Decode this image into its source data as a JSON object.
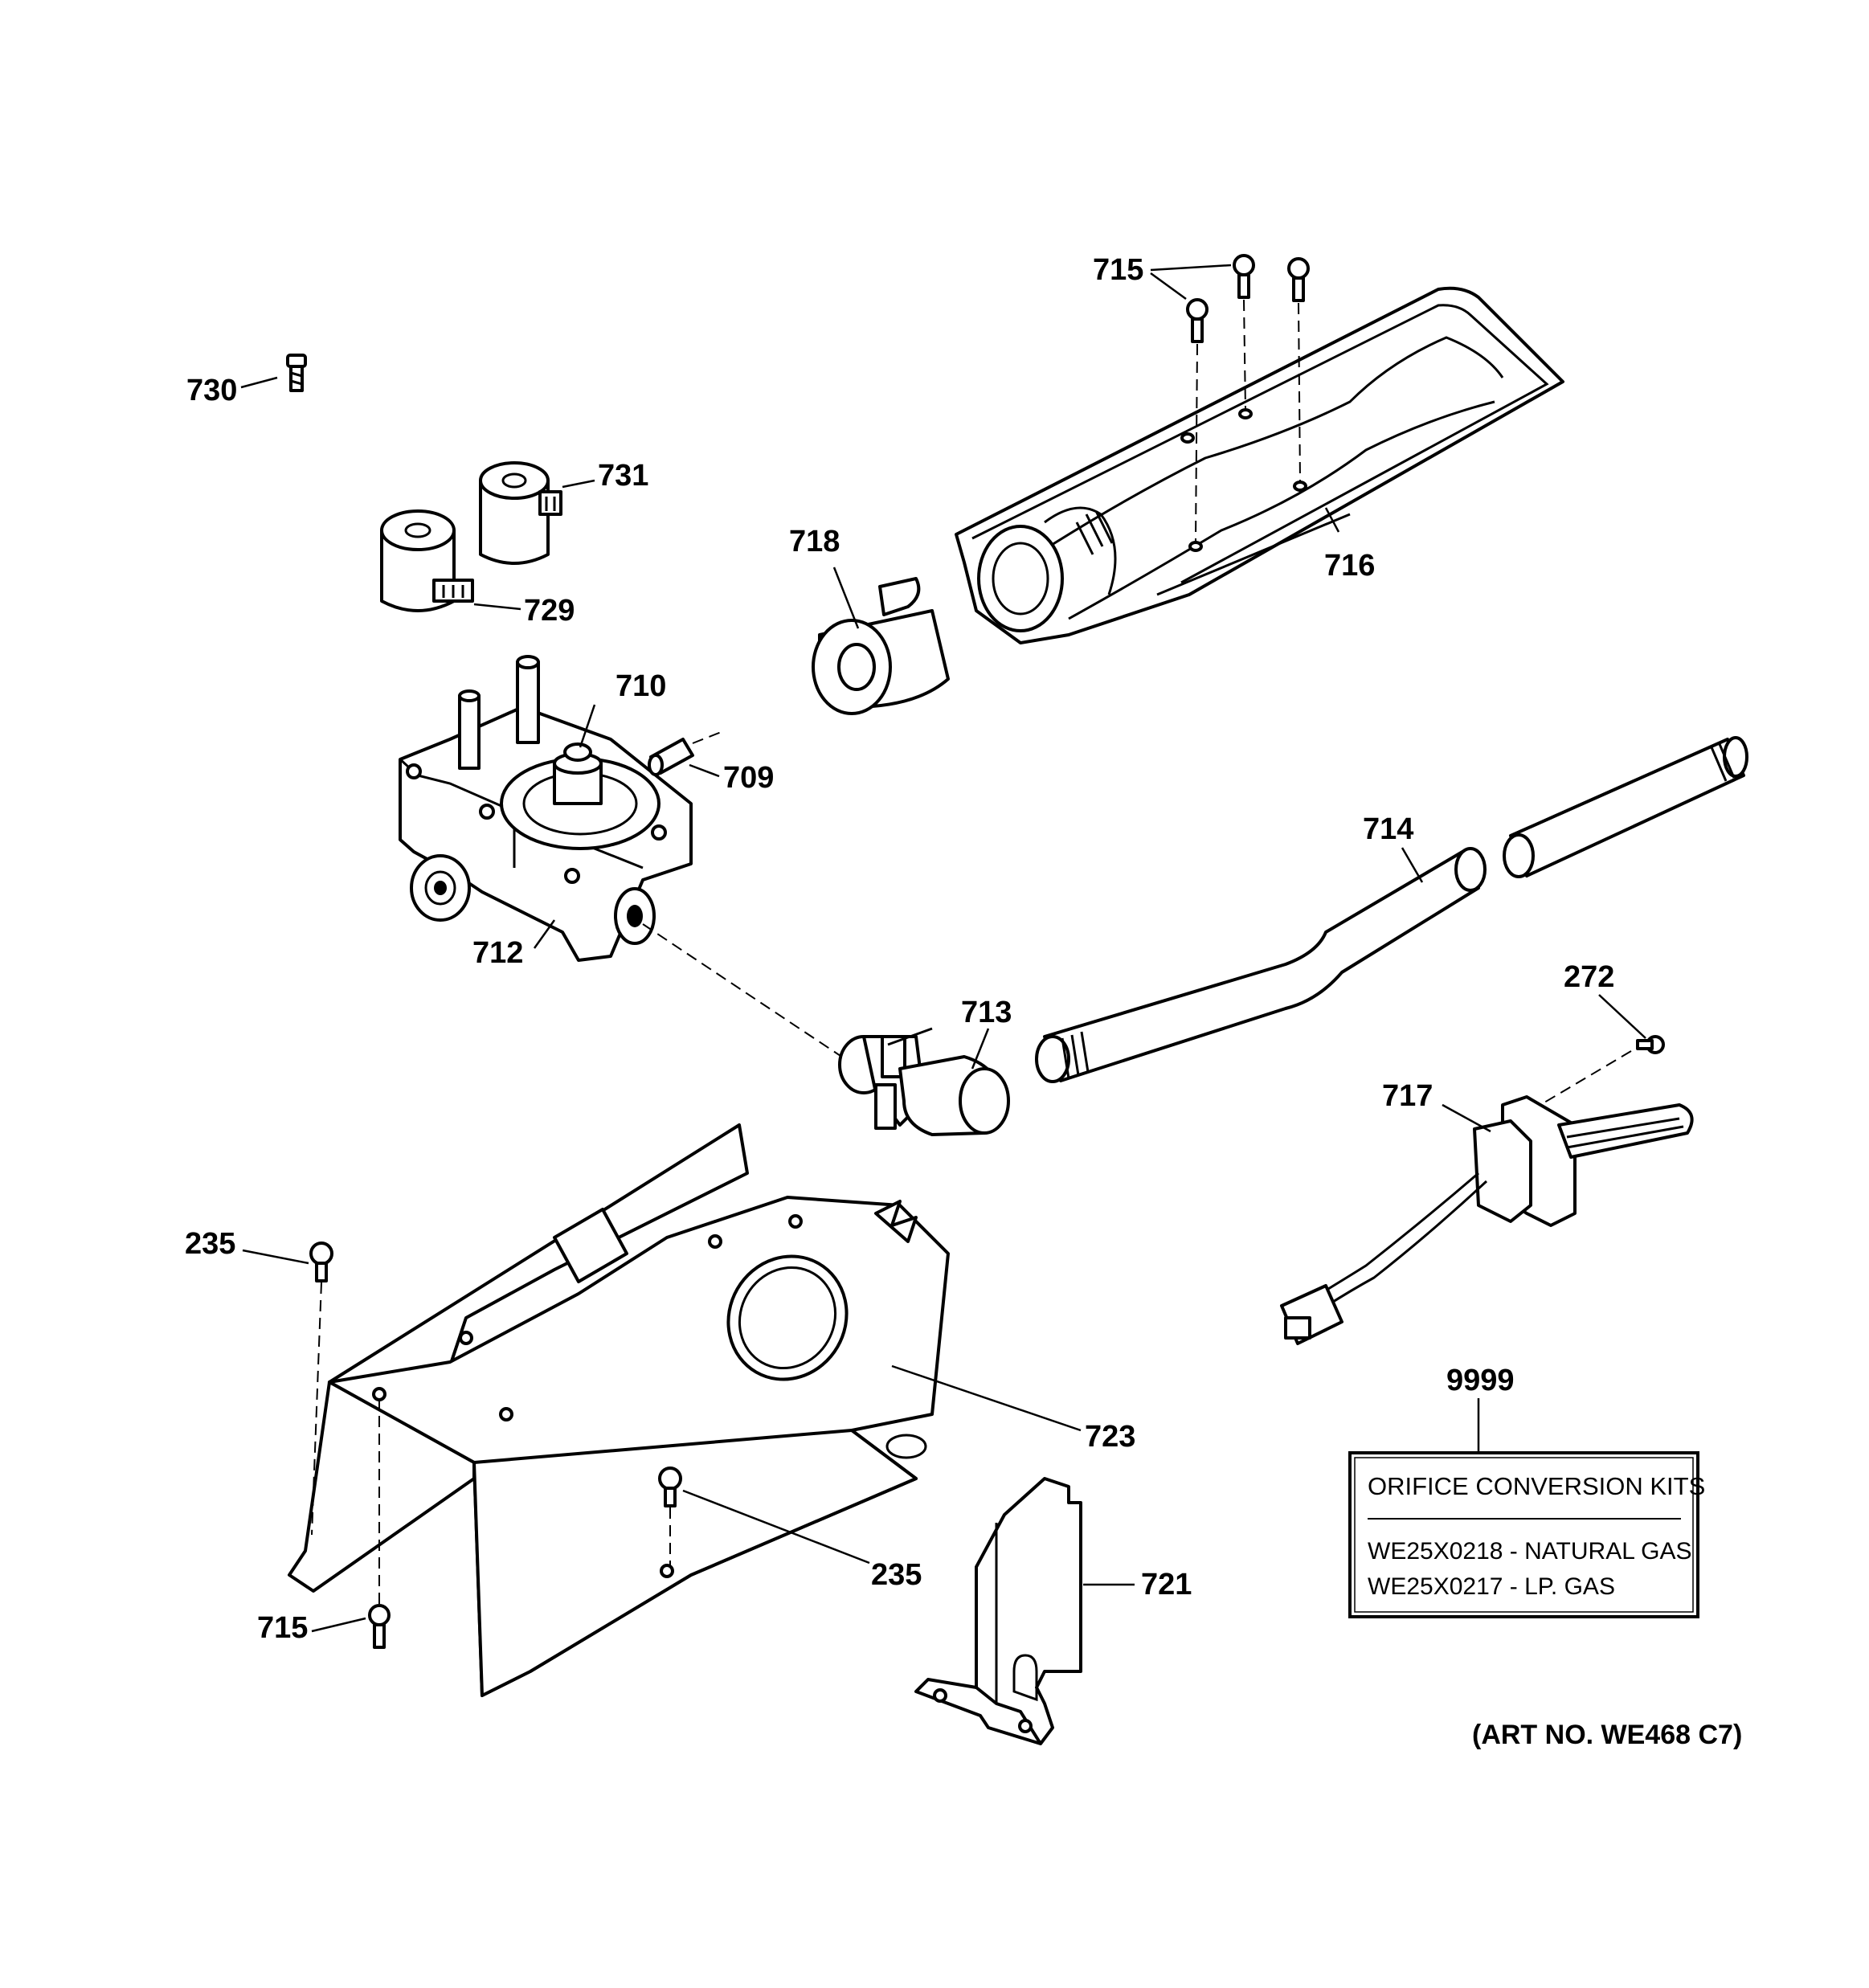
{
  "labels": {
    "p730": "730",
    "p731": "731",
    "p729": "729",
    "p710": "710",
    "p709": "709",
    "p712": "712",
    "p718": "718",
    "p715_top": "715",
    "p716": "716",
    "p714": "714",
    "p713": "713",
    "p272": "272",
    "p717": "717",
    "p235_left": "235",
    "p723": "723",
    "p235_mid": "235",
    "p715_bottom": "715",
    "p721": "721",
    "p9999": "9999"
  },
  "kit_box": {
    "title": "ORIFICE CONVERSION KITS",
    "line1": "WE25X0218 - NATURAL GAS",
    "line2": "WE25X0217 - LP. GAS"
  },
  "art_number": "(ART NO. WE468 C7)"
}
